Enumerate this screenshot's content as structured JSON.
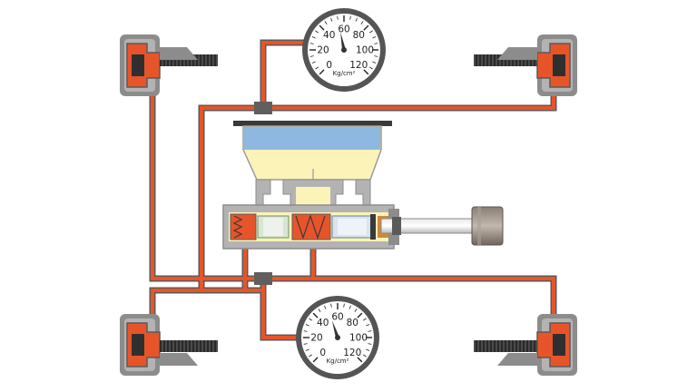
{
  "gauge_top": {
    "ticks": [
      "0",
      "20",
      "40",
      "60",
      "80",
      "100",
      "120"
    ],
    "unit": "Kg/cm²",
    "reading": 55,
    "scale_max": 120
  },
  "gauge_bottom": {
    "ticks": [
      "0",
      "20",
      "40",
      "60",
      "80",
      "100",
      "120"
    ],
    "unit": "Kg/cm²",
    "reading": 52,
    "scale_max": 120
  },
  "colors": {
    "brake_line": "#e8542a",
    "line_outline": "#5a5a5a",
    "fluid": "#fbf3b8",
    "fluid_top": "#8fb8e0",
    "housing": "#b3b3b3",
    "housing_dark": "#8c8c8c",
    "gauge_ring": "#555555"
  }
}
